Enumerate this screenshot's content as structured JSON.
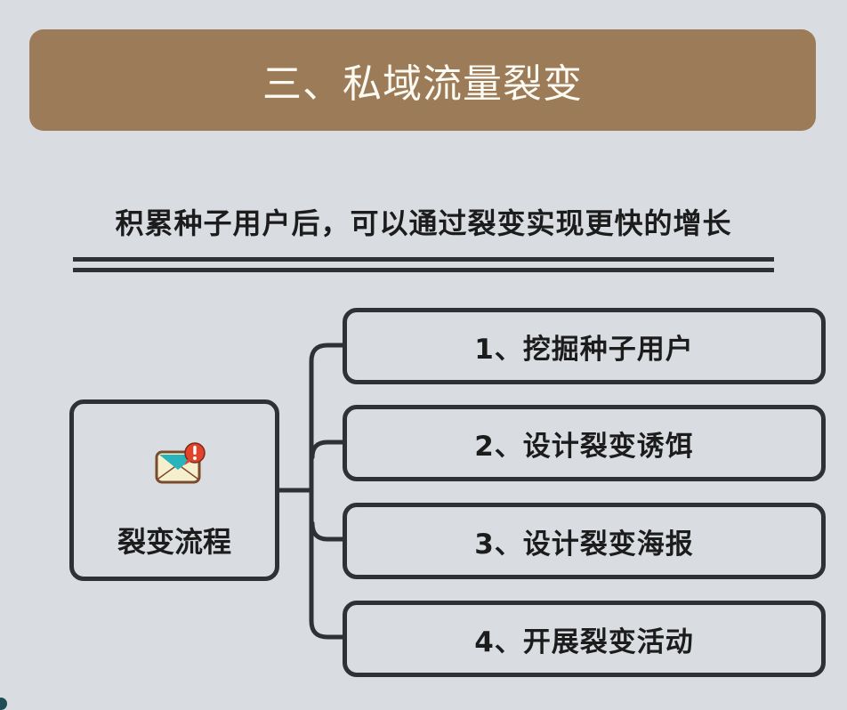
{
  "header": {
    "title": "三、私域流量裂变",
    "background_color": "#9c7b59"
  },
  "subtitle": "积累种子用户后，可以通过裂变实现更快的增长",
  "diagram": {
    "root": {
      "label": "裂变流程",
      "icon": "envelope-alert-icon"
    },
    "steps": [
      {
        "label": "1、挖掘种子用户"
      },
      {
        "label": "2、设计裂变诱饵"
      },
      {
        "label": "3、设计裂变海报"
      },
      {
        "label": "4、开展裂变活动"
      }
    ],
    "line_color": "#2f3134"
  },
  "colors": {
    "page_background": "#d9dde1",
    "text": "#1c1c1c"
  }
}
